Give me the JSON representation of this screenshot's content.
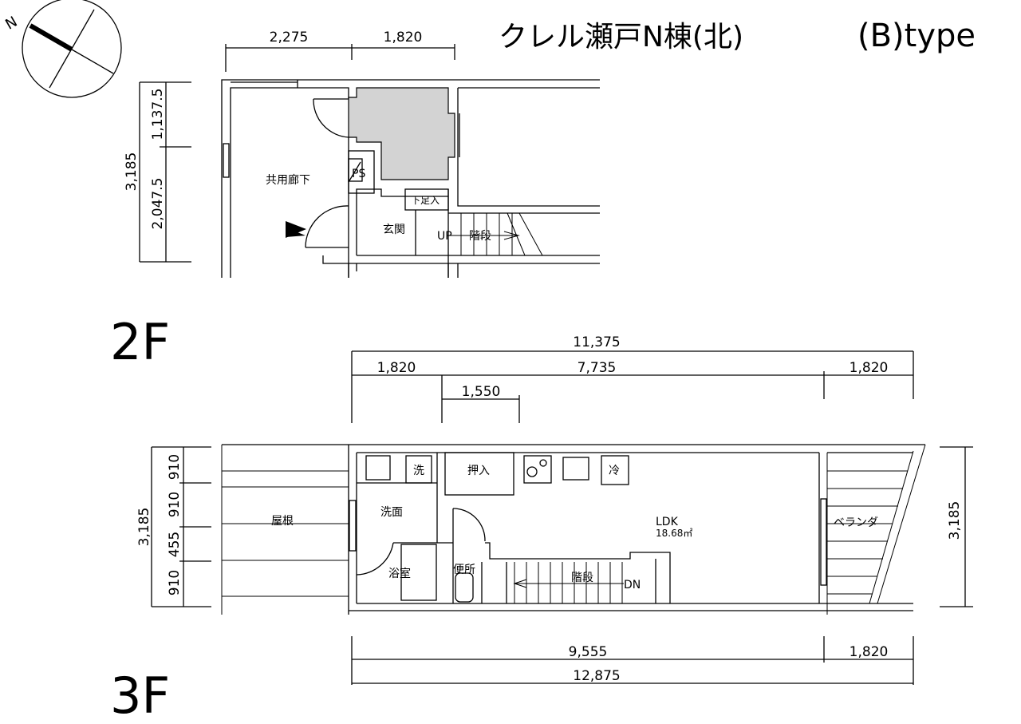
{
  "title": "クレル瀬戸N棟(北)",
  "type_label": "(B)type",
  "compass": {
    "north_label": "N"
  },
  "floor_2f": {
    "label": "2F",
    "dims_top": [
      "2,275",
      "1,820"
    ],
    "dims_left": [
      "1,137.5",
      "2,047.5"
    ],
    "dim_total_left": "3,185",
    "rooms": {
      "corridor": "共用廊下",
      "ps": "PS",
      "shoe": "下足入",
      "entrance": "玄関",
      "up": "UP",
      "stairs": "階段"
    }
  },
  "floor_3f": {
    "label": "3F",
    "dim_total_top": "11,375",
    "dims_top": [
      "1,820",
      "7,735",
      "1,820"
    ],
    "dim_sub": "1,550",
    "dims_bottom": [
      "9,555",
      "1,820"
    ],
    "dim_total_bottom": "12,875",
    "dims_left": [
      "910",
      "910",
      "455",
      "910"
    ],
    "dim_total_left": "3,185",
    "dim_total_right": "3,185",
    "rooms": {
      "roof": "屋根",
      "washer": "洗",
      "closet": "押入",
      "fridge": "冷",
      "washroom": "洗面",
      "ldk": "LDK",
      "ldk_area": "18.68㎡",
      "bath": "浴室",
      "toilet": "便所",
      "stairs": "階段",
      "down": "DN",
      "veranda": "ベランダ"
    }
  }
}
